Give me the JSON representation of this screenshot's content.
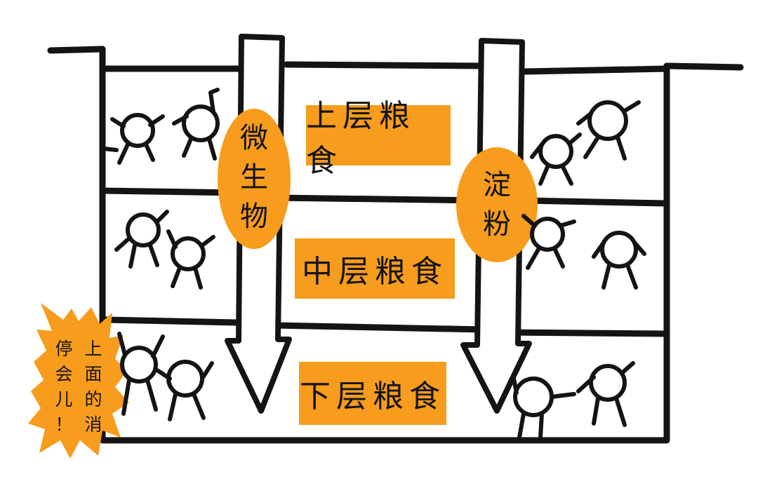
{
  "colors": {
    "ink": "#141414",
    "label_fill": "#f79c1c",
    "background": "#ffffff"
  },
  "layers": {
    "upper": "上层粮食",
    "middle": "中层粮食",
    "lower": "下层粮食"
  },
  "ovals": {
    "left": [
      "微",
      "生",
      "物"
    ],
    "right": [
      "淀",
      "粉"
    ]
  },
  "callout": {
    "chars": [
      "停",
      "会",
      "儿",
      "！",
      "上",
      "面",
      "的",
      "消"
    ]
  },
  "figures": {
    "left_column_count": 6,
    "right_column_count": 6
  }
}
